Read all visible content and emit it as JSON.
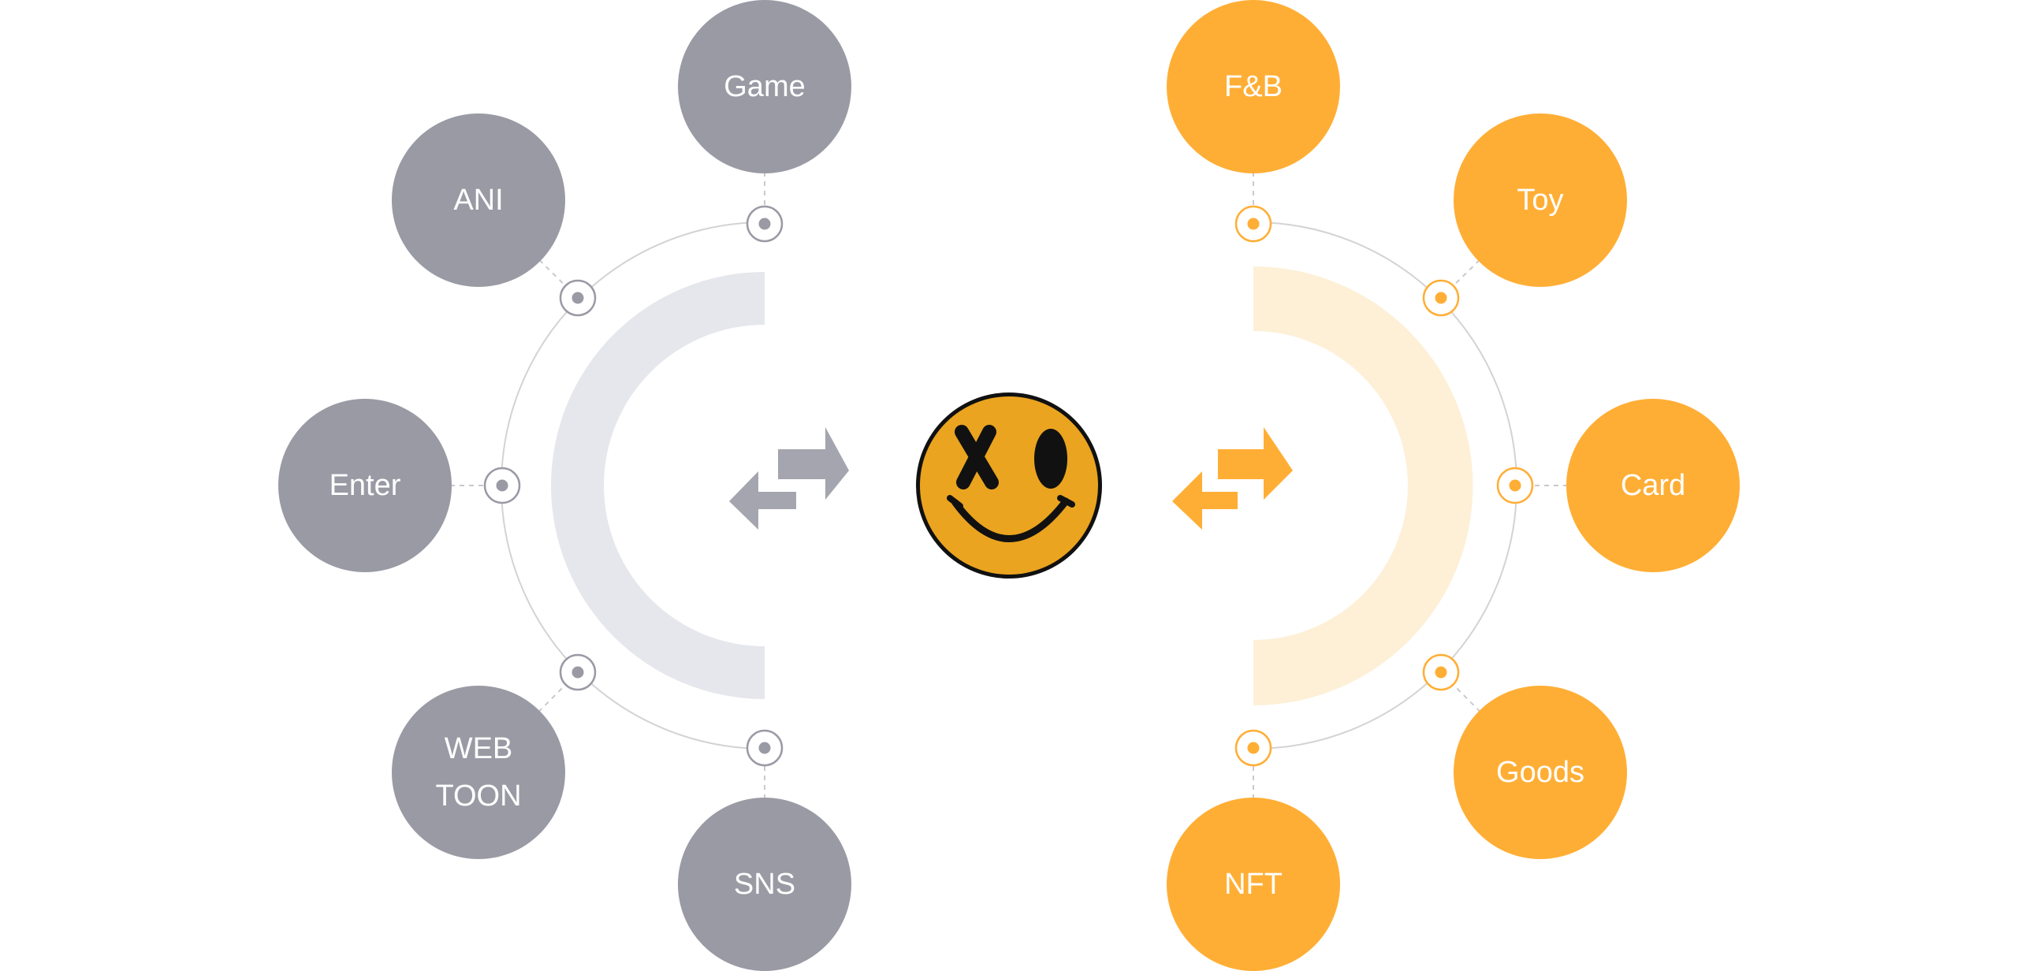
{
  "colors": {
    "gray_node": "#9a9aa5",
    "gray_arc": "#e6e7ec",
    "orange_node": "#ffae35",
    "orange_arc": "#fdf0d7",
    "ring_line": "#d3d3d6",
    "dash": "#c9c9cd",
    "logo_face": "#eaa41f",
    "logo_ink": "#111111"
  },
  "left_nodes": [
    {
      "key": "game",
      "lines": [
        "Game"
      ]
    },
    {
      "key": "ani",
      "lines": [
        "ANI"
      ]
    },
    {
      "key": "enter",
      "lines": [
        "Enter"
      ]
    },
    {
      "key": "webtoon",
      "lines": [
        "WEB",
        "TOON"
      ]
    },
    {
      "key": "sns",
      "lines": [
        "SNS"
      ]
    }
  ],
  "right_nodes": [
    {
      "key": "fnb",
      "lines": [
        "F&B"
      ]
    },
    {
      "key": "toy",
      "lines": [
        "Toy"
      ]
    },
    {
      "key": "card",
      "lines": [
        "Card"
      ]
    },
    {
      "key": "goods",
      "lines": [
        "Goods"
      ]
    },
    {
      "key": "nft",
      "lines": [
        "NFT"
      ]
    }
  ],
  "icons": {
    "left_exchange": "exchange-arrows-icon",
    "right_exchange": "exchange-arrows-icon",
    "center_logo": "smiley-xo-logo-icon"
  }
}
